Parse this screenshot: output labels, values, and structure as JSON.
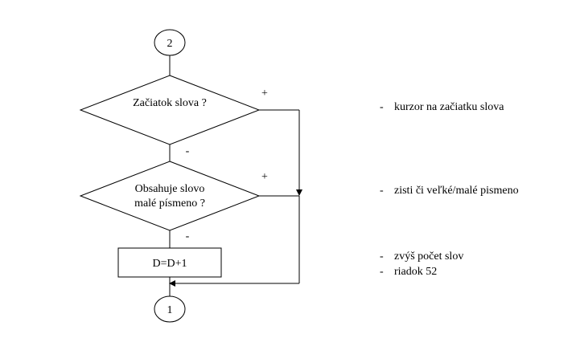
{
  "flowchart": {
    "connector_top": "2",
    "decision_1": {
      "label": "Začiatok slova ?",
      "yes": "+",
      "no": "-"
    },
    "decision_2": {
      "label_line1": "Obsahuje slovo",
      "label_line2": "malé písmeno ?",
      "yes": "+",
      "no": "-"
    },
    "process_1": "D=D+1",
    "connector_bottom": "1"
  },
  "notes": {
    "note_1": "kurzor na začiatku slova",
    "note_2": "zisti či veľké/malé pismeno",
    "note_3_line1": "zvýš počet slov",
    "note_3_line2": "riadok 52",
    "bullet": "-"
  }
}
